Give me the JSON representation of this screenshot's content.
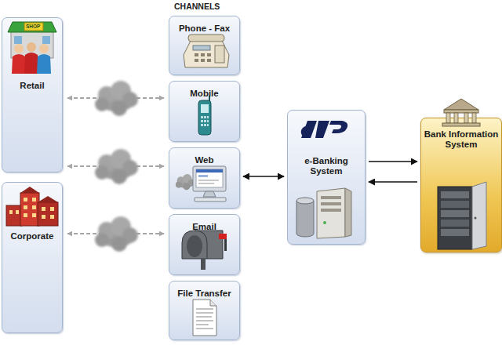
{
  "diagram": {
    "nodes": [
      {
        "text": [
          "Retail"
        ]
      },
      {
        "text": [
          "Corporate"
        ]
      },
      {
        "text": [
          "Phone - Fax"
        ]
      },
      {
        "text": [
          "Mobile"
        ]
      },
      {
        "text": [
          "Web"
        ]
      },
      {
        "text": [
          "Email"
        ]
      },
      {
        "text": [
          "File Transfer"
        ]
      },
      {
        "text": [
          "e-Banking System"
        ]
      },
      {
        "text": [
          "Bank Information System"
        ]
      }
    ],
    "edges": [
      {
        "from": 0,
        "to": 3,
        "arrow": "both"
      },
      {
        "from": 0,
        "to": 4,
        "arrow": "both"
      },
      {
        "from": 1,
        "to": 5,
        "arrow": "both"
      },
      {
        "from": 4,
        "to": 7,
        "arrow": "both"
      },
      {
        "from": 7,
        "to": 8,
        "arrow": "to"
      },
      {
        "from": 8,
        "to": 7,
        "arrow": "to"
      }
    ],
    "labels": [
      "CHANNELS",
      "SHOP"
    ]
  }
}
